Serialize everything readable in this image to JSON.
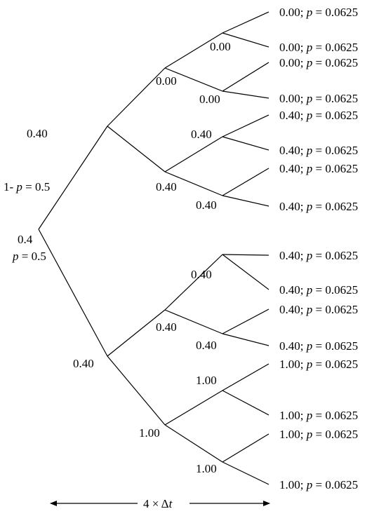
{
  "root": {
    "value": "0.4"
  },
  "branches": {
    "up": {
      "prob_label": "1- p = 0.5",
      "prob_prefix": "1- ",
      "prob_var": "p",
      "prob_suffix": " = 0.5"
    },
    "down": {
      "prob_label": "p = 0.5",
      "prob_var": "p",
      "prob_suffix": " = 0.5"
    }
  },
  "level1": {
    "up": "0.40",
    "down": "0.40"
  },
  "level2": [
    "0.00",
    "0.40",
    "0.40",
    "1.00"
  ],
  "level3": [
    "0.00",
    "0.00",
    "0.40",
    "0.40",
    "0.40",
    "0.40",
    "1.00",
    "1.00"
  ],
  "leaves": [
    {
      "value": "0.00",
      "p_var": "p",
      "p_text": " = 0.0625"
    },
    {
      "value": "0.00",
      "p_var": "p",
      "p_text": " = 0.0625"
    },
    {
      "value": "0.00",
      "p_var": "p",
      "p_text": " = 0.0625"
    },
    {
      "value": "0.00",
      "p_var": "p",
      "p_text": " = 0.0625"
    },
    {
      "value": "0.40",
      "p_var": "p",
      "p_text": " = 0.0625"
    },
    {
      "value": "0.40",
      "p_var": "p",
      "p_text": " = 0.0625"
    },
    {
      "value": "0.40",
      "p_var": "p",
      "p_text": " = 0.0625"
    },
    {
      "value": "0.40",
      "p_var": "p",
      "p_text": " = 0.0625"
    },
    {
      "value": "0.40",
      "p_var": "p",
      "p_text": " = 0.0625"
    },
    {
      "value": "0.40",
      "p_var": "p",
      "p_text": " = 0.0625"
    },
    {
      "value": "0.40",
      "p_var": "p",
      "p_text": " = 0.0625"
    },
    {
      "value": "0.40",
      "p_var": "p",
      "p_text": " = 0.0625"
    },
    {
      "value": "1.00",
      "p_var": "p",
      "p_text": " = 0.0625"
    },
    {
      "value": "1.00",
      "p_var": "p",
      "p_text": " = 0.0625"
    },
    {
      "value": "1.00",
      "p_var": "p",
      "p_text": " = 0.0625"
    },
    {
      "value": "1.00",
      "p_var": "p",
      "p_text": " = 0.0625"
    }
  ],
  "time_axis": {
    "label_prefix": "4 × Δ",
    "label_var": "t"
  }
}
